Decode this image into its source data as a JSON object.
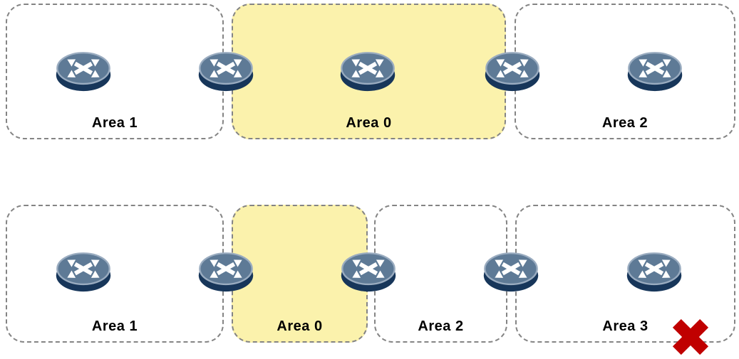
{
  "colors": {
    "backbone_area_fill": "#FBF2AC",
    "standard_area_fill": "#FFFFFF",
    "area_border": "#848484",
    "label_text": "#000000",
    "router_top": "#5E7A96",
    "router_rim": "#9AACC0",
    "router_base": "#17365A",
    "router_arrows": "#FFFFFF",
    "error_x": "#C00000"
  },
  "top_diagram": {
    "areas": [
      {
        "label": "Area 1",
        "style": "standard"
      },
      {
        "label": "Area 0",
        "style": "backbone"
      },
      {
        "label": "Area 2",
        "style": "standard"
      }
    ],
    "router_icons": [
      "router-icon-area1-internal",
      "router-icon-abr-area1-area0",
      "router-icon-area0-backbone",
      "router-icon-abr-area0-area2",
      "router-icon-area2-internal"
    ]
  },
  "bottom_diagram": {
    "areas": [
      {
        "label": "Area 1",
        "style": "standard"
      },
      {
        "label": "Area 0",
        "style": "backbone"
      },
      {
        "label": "Area 2",
        "style": "standard"
      },
      {
        "label": "Area 3",
        "style": "standard",
        "status_icon": "red-x-icon"
      }
    ],
    "router_icons": [
      "router-icon-area1-internal",
      "router-icon-abr-area1-area0",
      "router-icon-abr-area0-area2",
      "router-icon-abr-area2-area3",
      "router-icon-area3-internal"
    ]
  }
}
